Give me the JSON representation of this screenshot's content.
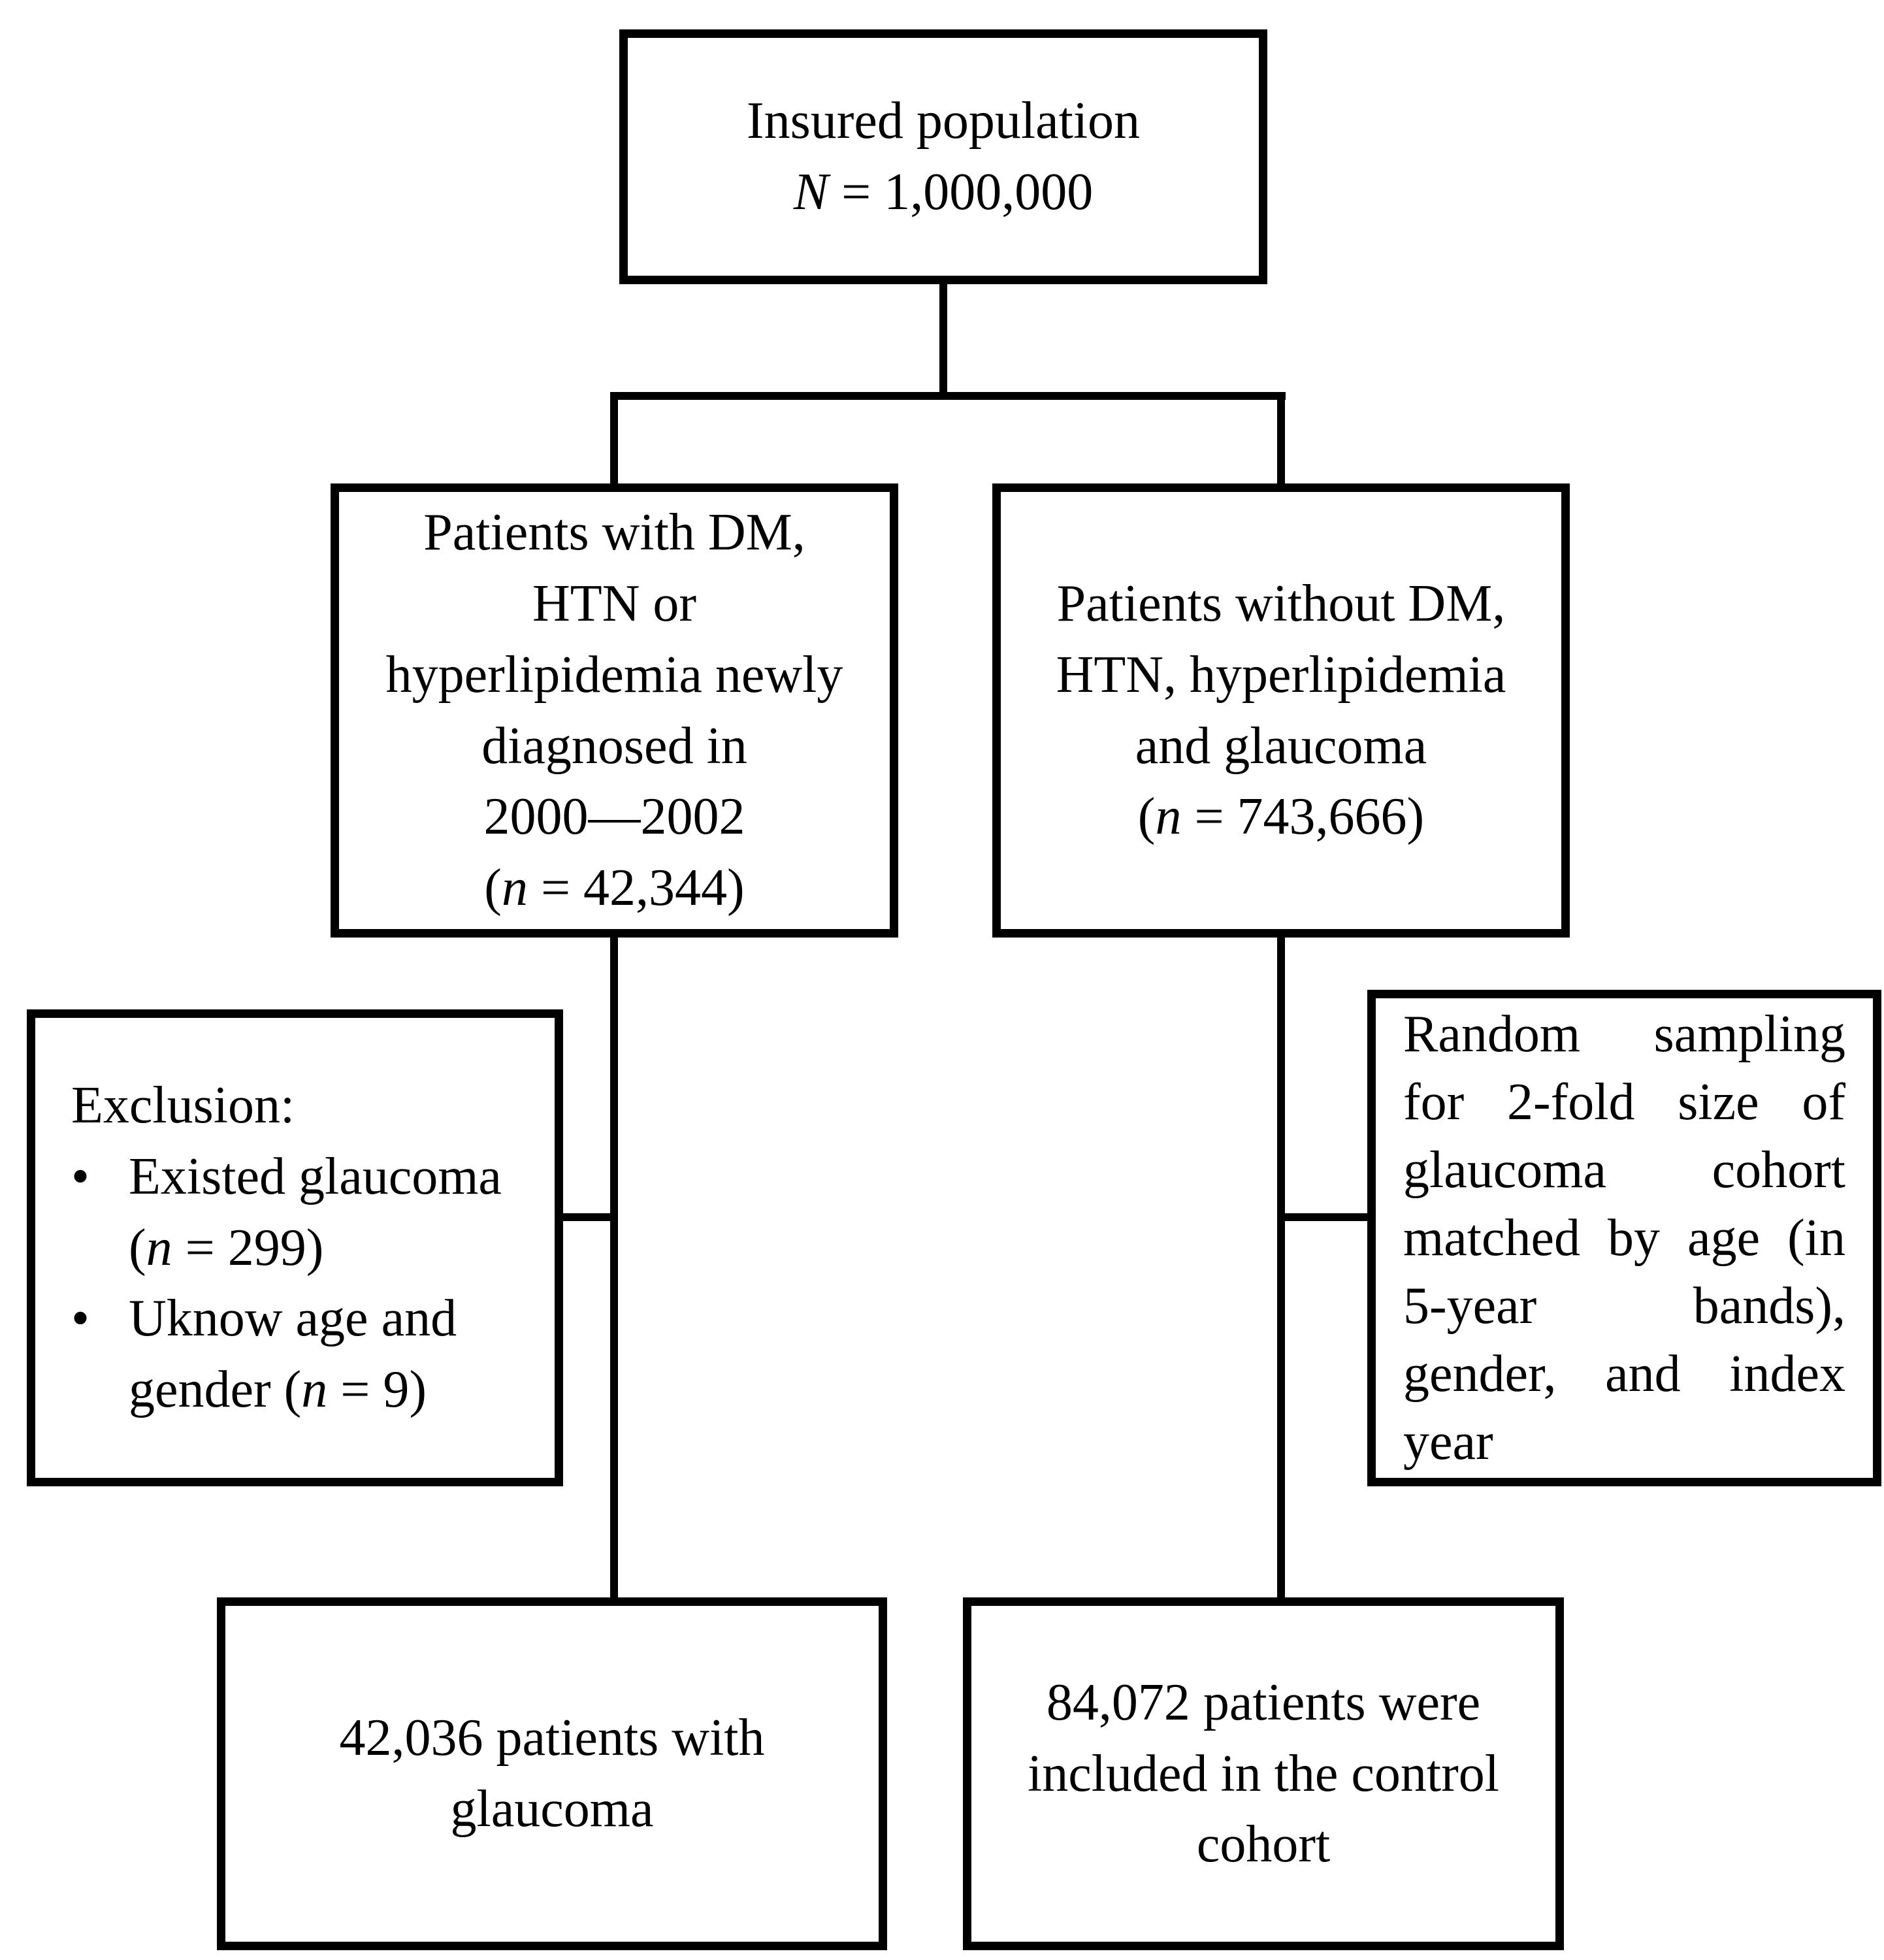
{
  "figure": {
    "background_color": "#ffffff",
    "line_color": "#000000",
    "text_color": "#000000",
    "boxes": {
      "insured_population": {
        "blocks": [
          {
            "lines": [
              [
                "Insured population"
              ],
              [
                {
                  "t": "N",
                  "i": true
                },
                " = 1,000,000"
              ]
            ]
          }
        ]
      },
      "glaucoma_cohort": {
        "blocks": [
          {
            "lines": [
              [
                "Patients with DM,"
              ],
              [
                "HTN or"
              ],
              [
                "hyperlipidemia newly"
              ],
              [
                "diagnosed in"
              ],
              [
                "2000—2002"
              ],
              [
                "(",
                {
                  "t": "n",
                  "i": true
                },
                " = 42,344)"
              ]
            ]
          }
        ]
      },
      "control_source": {
        "blocks": [
          {
            "lines": [
              [
                "Patients without DM,"
              ],
              [
                "HTN, hyperlipidemia"
              ],
              [
                "and glaucoma"
              ],
              [
                "(",
                {
                  "t": "n",
                  "i": true
                },
                " = 743,666)"
              ]
            ]
          }
        ]
      },
      "exclusion": {
        "blocks": [
          {
            "lines": [
              [
                "Exclusion:"
              ]
            ]
          },
          {
            "marker": "•",
            "lines": [
              [
                "Existed glaucoma"
              ],
              [
                "(",
                {
                  "t": "n",
                  "i": true
                },
                " = 299)"
              ]
            ]
          },
          {
            "marker": "•",
            "lines": [
              [
                "Uknow age and"
              ],
              [
                "gender (",
                {
                  "t": "n",
                  "i": true
                },
                " = 9)"
              ]
            ]
          }
        ]
      },
      "random_sampling": {
        "blocks": [
          {
            "lines": [
              [
                "Random sampling"
              ],
              [
                "for 2-fold size of"
              ],
              [
                "glaucoma cohort"
              ],
              [
                "matched by age (in"
              ],
              [
                "5-year bands),"
              ],
              [
                "gender, and index"
              ],
              [
                "year"
              ]
            ]
          }
        ]
      },
      "glaucoma_final": {
        "blocks": [
          {
            "lines": [
              [
                "42,036 patients with"
              ],
              [
                "glaucoma"
              ]
            ]
          }
        ]
      },
      "control_final": {
        "blocks": [
          {
            "lines": [
              [
                "84,072 patients were"
              ],
              [
                "included in the control"
              ],
              [
                "cohort"
              ]
            ]
          }
        ]
      }
    }
  }
}
